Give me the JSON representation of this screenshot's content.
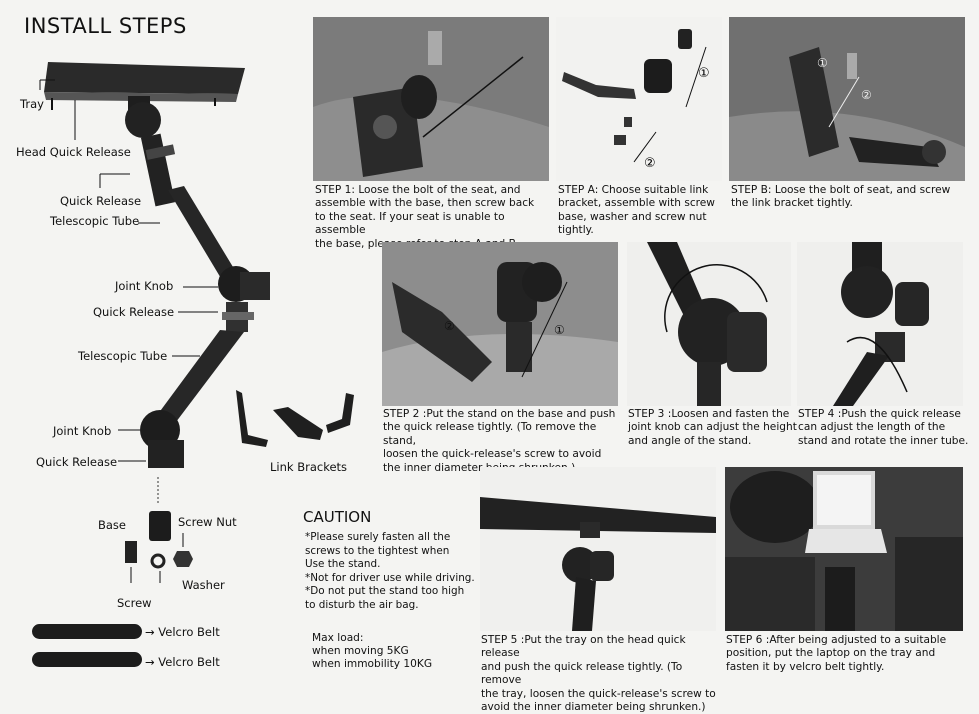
{
  "title": "INSTALL STEPS",
  "parts": {
    "tray": "Tray",
    "head_quick_release": "Head Quick Release",
    "quick_release_1": "Quick Release",
    "telescopic_tube_1": "Telescopic Tube",
    "joint_knob_1": "Joint Knob",
    "quick_release_2": "Quick Release",
    "telescopic_tube_2": "Telescopic Tube",
    "joint_knob_2": "Joint Knob",
    "quick_release_3": "Quick Release",
    "link_brackets": "Link Brackets",
    "base": "Base",
    "screw_nut": "Screw Nut",
    "washer": "Washer",
    "screw": "Screw",
    "velcro_belt_1": "Velcro Belt",
    "velcro_belt_2": "Velcro Belt"
  },
  "steps": {
    "step1": [
      "STEP 1: Loose the bolt of the seat, and",
      "assemble with the base, then screw back",
      "to the seat. If your seat is unable to assemble",
      "the base, please refer to step A and B."
    ],
    "stepA": [
      "STEP A: Choose suitable link",
      "bracket, assemble with screw",
      "base, washer and screw nut",
      "tightly."
    ],
    "stepB": [
      "STEP B: Loose the bolt of seat, and screw",
      "the link bracket tightly."
    ],
    "step2": [
      "STEP 2 :Put the stand on the base and push",
      "the quick release tightly. (To remove the stand,",
      "loosen the quick-release's screw to avoid",
      "the inner diameter being shrunken.)"
    ],
    "step3": [
      "STEP 3 :Loosen and fasten the",
      "joint knob can adjust the height",
      "and angle of the stand."
    ],
    "step4": [
      "STEP 4 :Push the quick release",
      "can adjust the length of the",
      "stand and rotate the inner tube."
    ],
    "step5": [
      "STEP 5 :Put the tray on the head quick release",
      "and push the quick release tightly. (To remove",
      "the tray, loosen the quick-release's screw to",
      "avoid the inner diameter being shrunken.)"
    ],
    "step6": [
      "STEP 6 :After being adjusted to a suitable",
      "position, put the laptop on the tray and",
      "fasten it by velcro belt tightly."
    ]
  },
  "photo_marks": {
    "circle_1": "①",
    "circle_2": "②"
  },
  "caution": {
    "title": "CAUTION",
    "items": [
      "*Please surely fasten all the",
      " screws to the tightest when",
      " Use the stand.",
      "*Not  for driver use while driving.",
      "*Do not put the stand too high",
      " to disturb the air bag."
    ],
    "max_load_title": "Max load:",
    "max_load_moving": "when moving  5KG",
    "max_load_immobility": "when immobility 10KG"
  }
}
